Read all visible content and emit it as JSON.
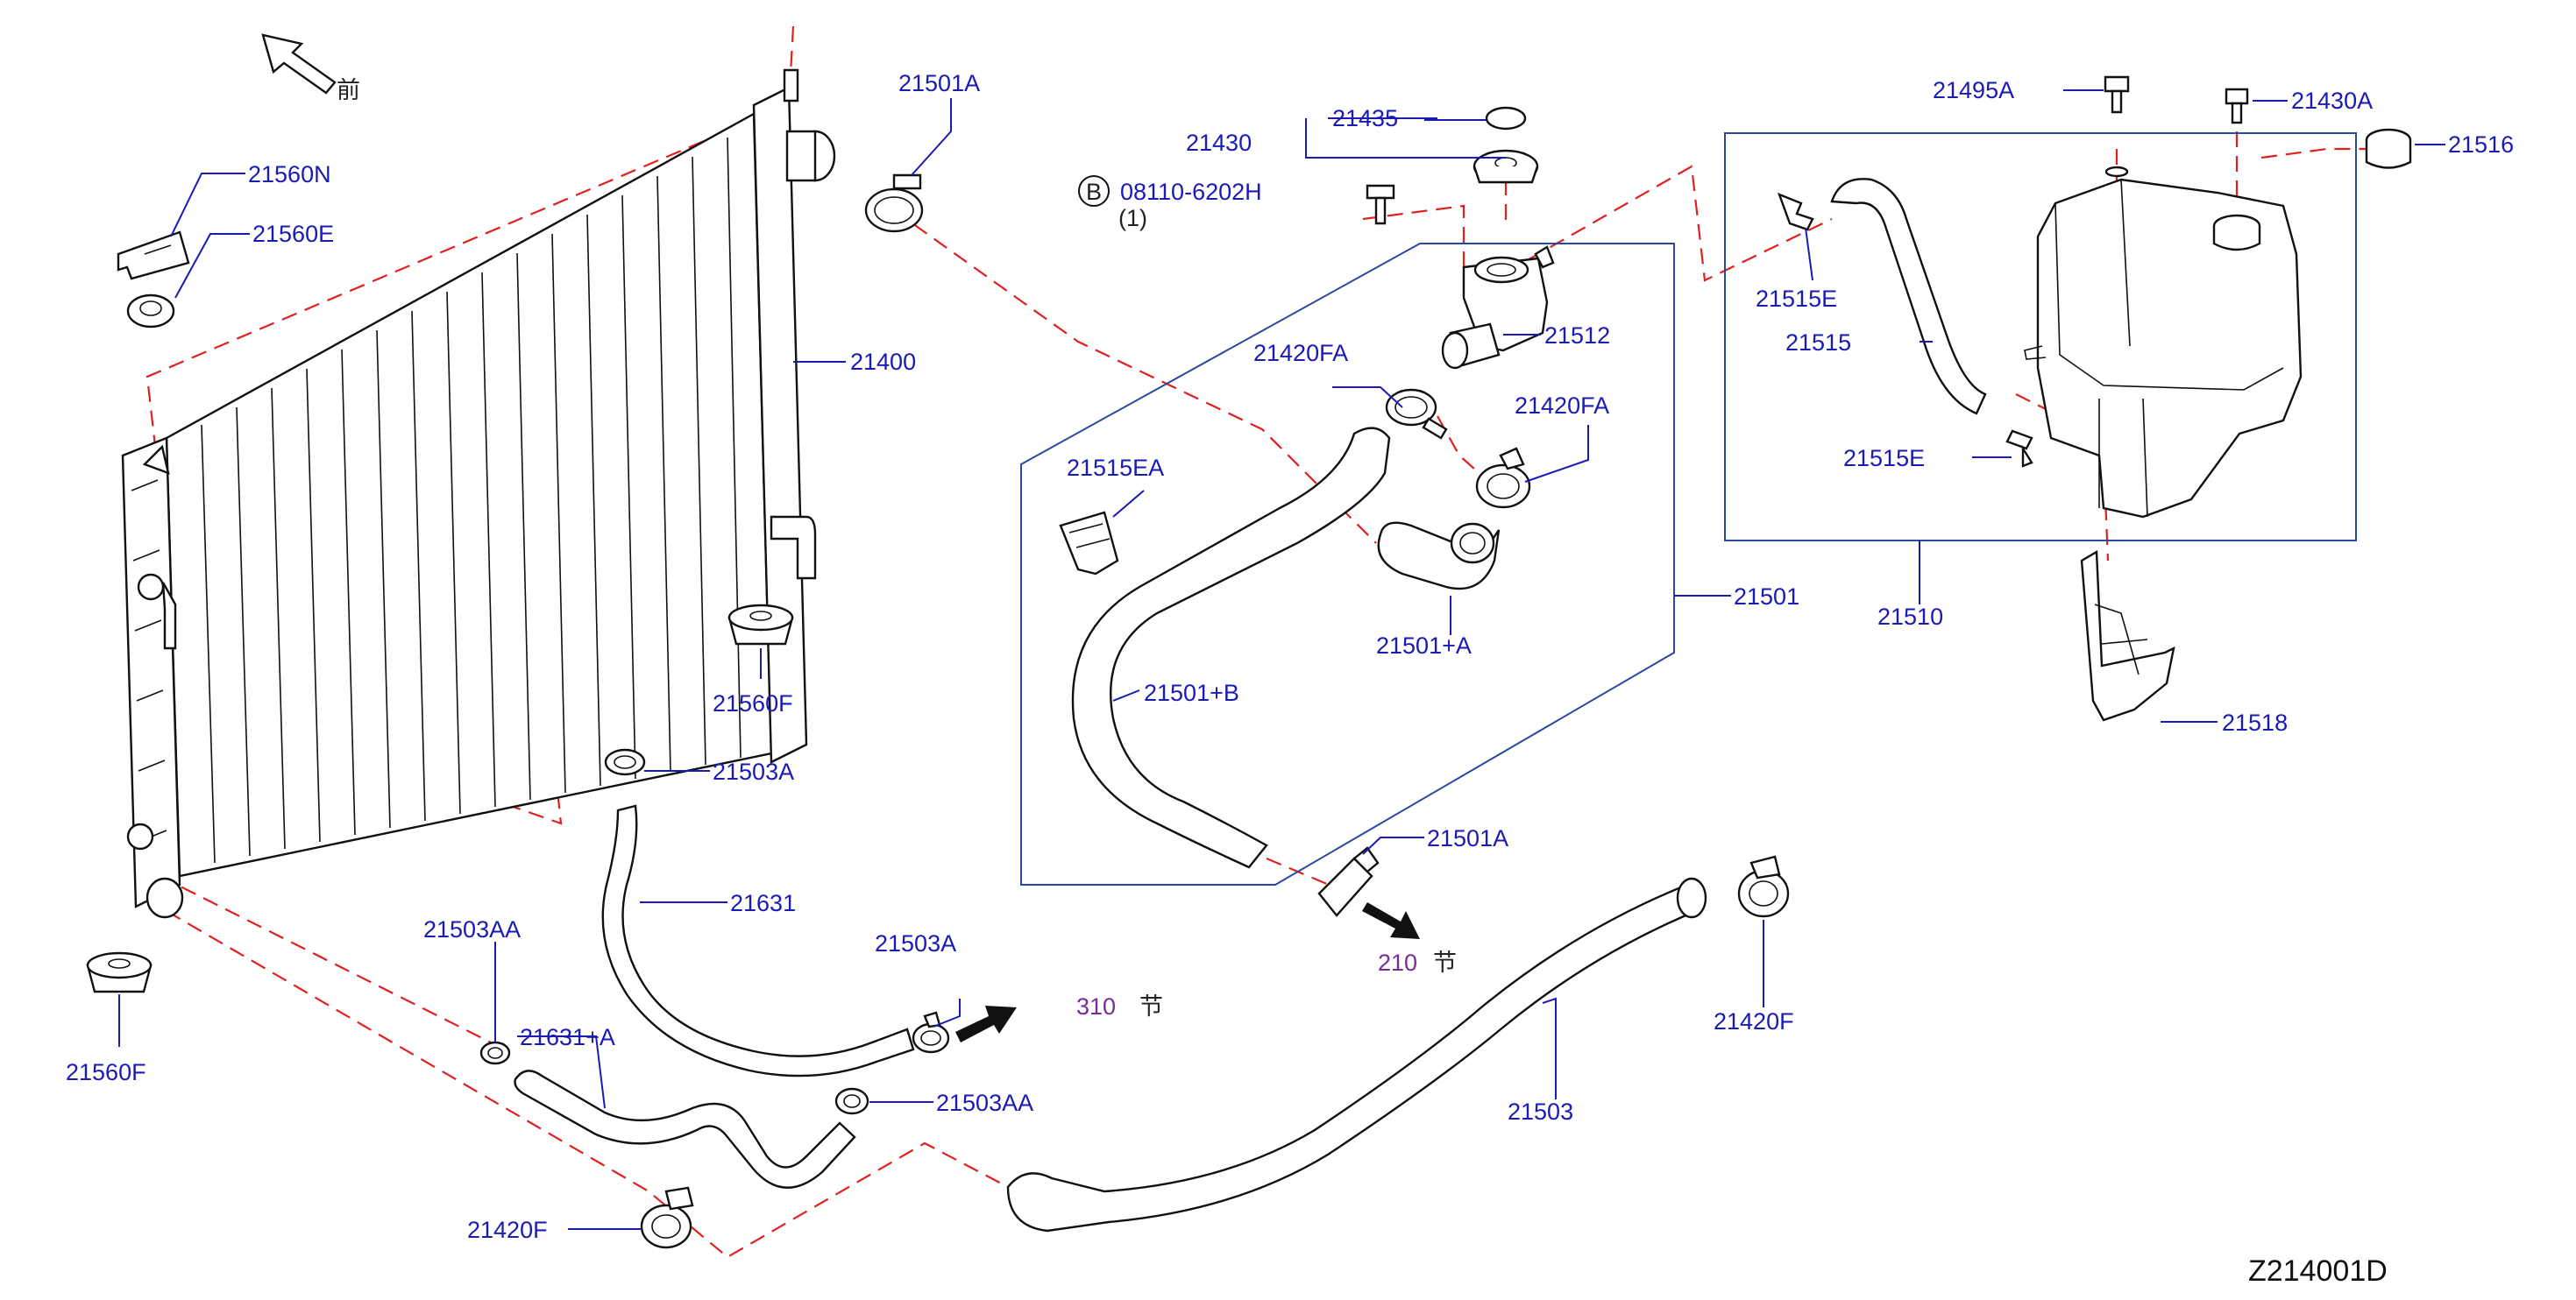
{
  "diagram_code": "Z214001D",
  "front_label": "前",
  "part_labels": {
    "p21501A_top": "21501A",
    "p21560N": "21560N",
    "p21560E": "21560E",
    "p21400": "21400",
    "p21430": "21430",
    "p21435": "21435",
    "p_bolt_code": "08110-6202H",
    "p_bolt_circle": "B",
    "p_bolt_qty": "(1)",
    "p21495A": "21495A",
    "p21430A": "21430A",
    "p21516": "21516",
    "p21515E_top": "21515E",
    "p21512": "21512",
    "p21420FA_left": "21420FA",
    "p21420FA_right": "21420FA",
    "p21515": "21515",
    "p21515EA": "21515EA",
    "p21515E_bottom": "21515E",
    "p21501": "21501",
    "p21510": "21510",
    "p21501pA": "21501+A",
    "p21560F_right": "21560F",
    "p21501pB": "21501+B",
    "p21518": "21518",
    "p21503A_top": "21503A",
    "p21501A_mid": "21501A",
    "p21631": "21631",
    "p21503AA_left": "21503AA",
    "p21503A_mid": "21503A",
    "p21420F_right": "21420F",
    "p21631pA": "21631+A",
    "p21503AA_right": "21503AA",
    "p21560F_left": "21560F",
    "p21503": "21503",
    "p21420F_bottom": "21420F"
  },
  "section_refs": {
    "ref210_num": "210",
    "ref210_char": "节",
    "ref310_num": "310",
    "ref310_char": "节"
  },
  "colors": {
    "label": "#1a1ab4",
    "leader": "#1a1ab4",
    "dashed_guide": "#e02020",
    "section_ref": "#7a2a9a",
    "outline": "#111111"
  }
}
